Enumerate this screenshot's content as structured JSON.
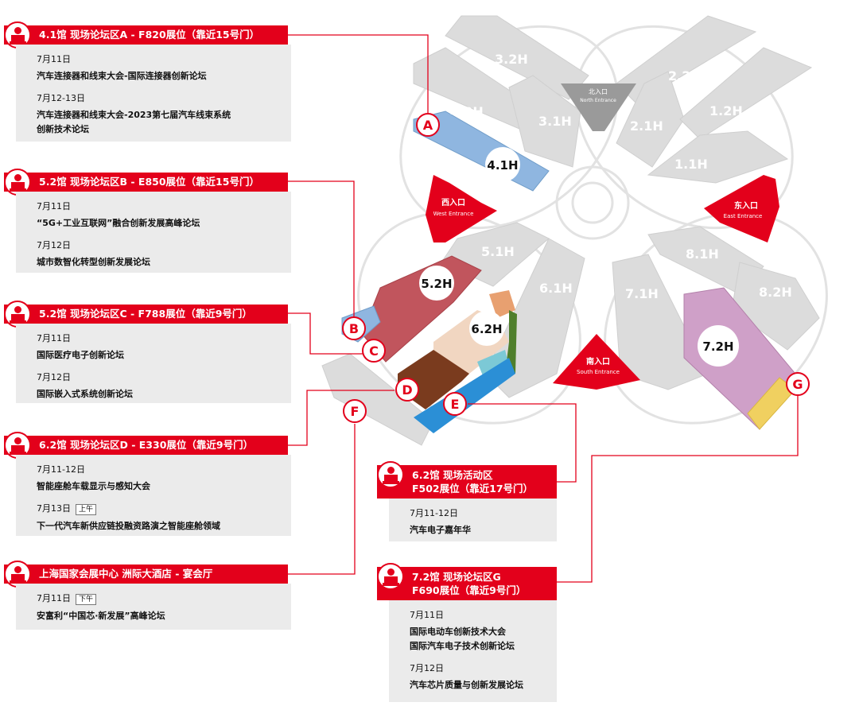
{
  "halls": {
    "h32": "3.2H",
    "h22": "2.2H",
    "h42": "4.2H",
    "h31": "3.1H",
    "h21": "2.1H",
    "h12": "1.2H",
    "h41": "4.1H",
    "h11": "1.1H",
    "h51": "5.1H",
    "h81": "8.1H",
    "h52": "5.2H",
    "h61": "6.1H",
    "h71": "7.1H",
    "h82": "8.2H",
    "h62": "6.2H",
    "h72": "7.2H"
  },
  "entrances": {
    "north_cn": "北入口",
    "north_en": "North Entrance",
    "west_cn": "西入口",
    "west_en": "West Entrance",
    "east_cn": "东入口",
    "east_en": "East Entrance",
    "south_cn": "南入口",
    "south_en": "South Entrance"
  },
  "markers": {
    "a": "A",
    "b": "B",
    "c": "C",
    "d": "D",
    "e": "E",
    "f": "F",
    "g": "G"
  },
  "panels": {
    "a": {
      "header": "4.1馆 现场论坛区A - F820展位（靠近15号门）",
      "d1": "7月11日",
      "t1": "汽车连接器和线束大会-国际连接器创新论坛",
      "d2": "7月12-13日",
      "t2a": "汽车连接器和线束大会-2023第七届汽车线束系统",
      "t2b": "创新技术论坛"
    },
    "b": {
      "header": "5.2馆 现场论坛区B - E850展位（靠近15号门）",
      "d1": "7月11日",
      "t1": "“5G+工业互联网”融合创新发展高峰论坛",
      "d2": "7月12日",
      "t2": "城市数智化转型创新发展论坛"
    },
    "c": {
      "header": "5.2馆 现场论坛区C - F788展位（靠近9号门）",
      "d1": "7月11日",
      "t1": "国际医疗电子创新论坛",
      "d2": "7月12日",
      "t2": "国际嵌入式系统创新论坛"
    },
    "d": {
      "header": "6.2馆 现场论坛区D - E330展位（靠近9号门）",
      "d1": "7月11-12日",
      "t1": "智能座舱车载显示与感知大会",
      "d2": "7月13日",
      "badge2": "上午",
      "t2": "下一代汽车新供应链投融资路演之智能座舱领域"
    },
    "f": {
      "header": "上海国家会展中心 洲际大酒店 - 宴会厅",
      "d1": "7月11日",
      "badge1": "下午",
      "t1": "安富利“中国芯·新发展”高峰论坛"
    },
    "e": {
      "header1": "6.2馆 现场活动区",
      "header2": "F502展位（靠近17号门）",
      "d1": "7月11-12日",
      "t1": "汽车电子嘉年华"
    },
    "g": {
      "header1": "7.2馆 现场论坛区G",
      "header2": "F690展位（靠近9号门）",
      "d1": "7月11日",
      "t1a": "国际电动车创新技术大会",
      "t1b": "国际汽车电子技术创新论坛",
      "d2": "7月12日",
      "t2": "汽车芯片质量与创新发展论坛"
    }
  },
  "colors": {
    "red": "#e3001b",
    "hall_gray": "#dcdcdc",
    "hall_41": "#8fb6e0",
    "hall_52": "#c1555d",
    "hall_72": "#cfa0c8",
    "zone_yellow": "#f0d060",
    "zone_blue": "#2b8fd6",
    "zone_brown": "#7a3b1e",
    "zone_green": "#4f7f2c",
    "zone_orange": "#e8a070",
    "zone_peach": "#f1d6c1",
    "zone_cyan": "#7cc9d6",
    "panel_gray": "#ebebeb"
  }
}
